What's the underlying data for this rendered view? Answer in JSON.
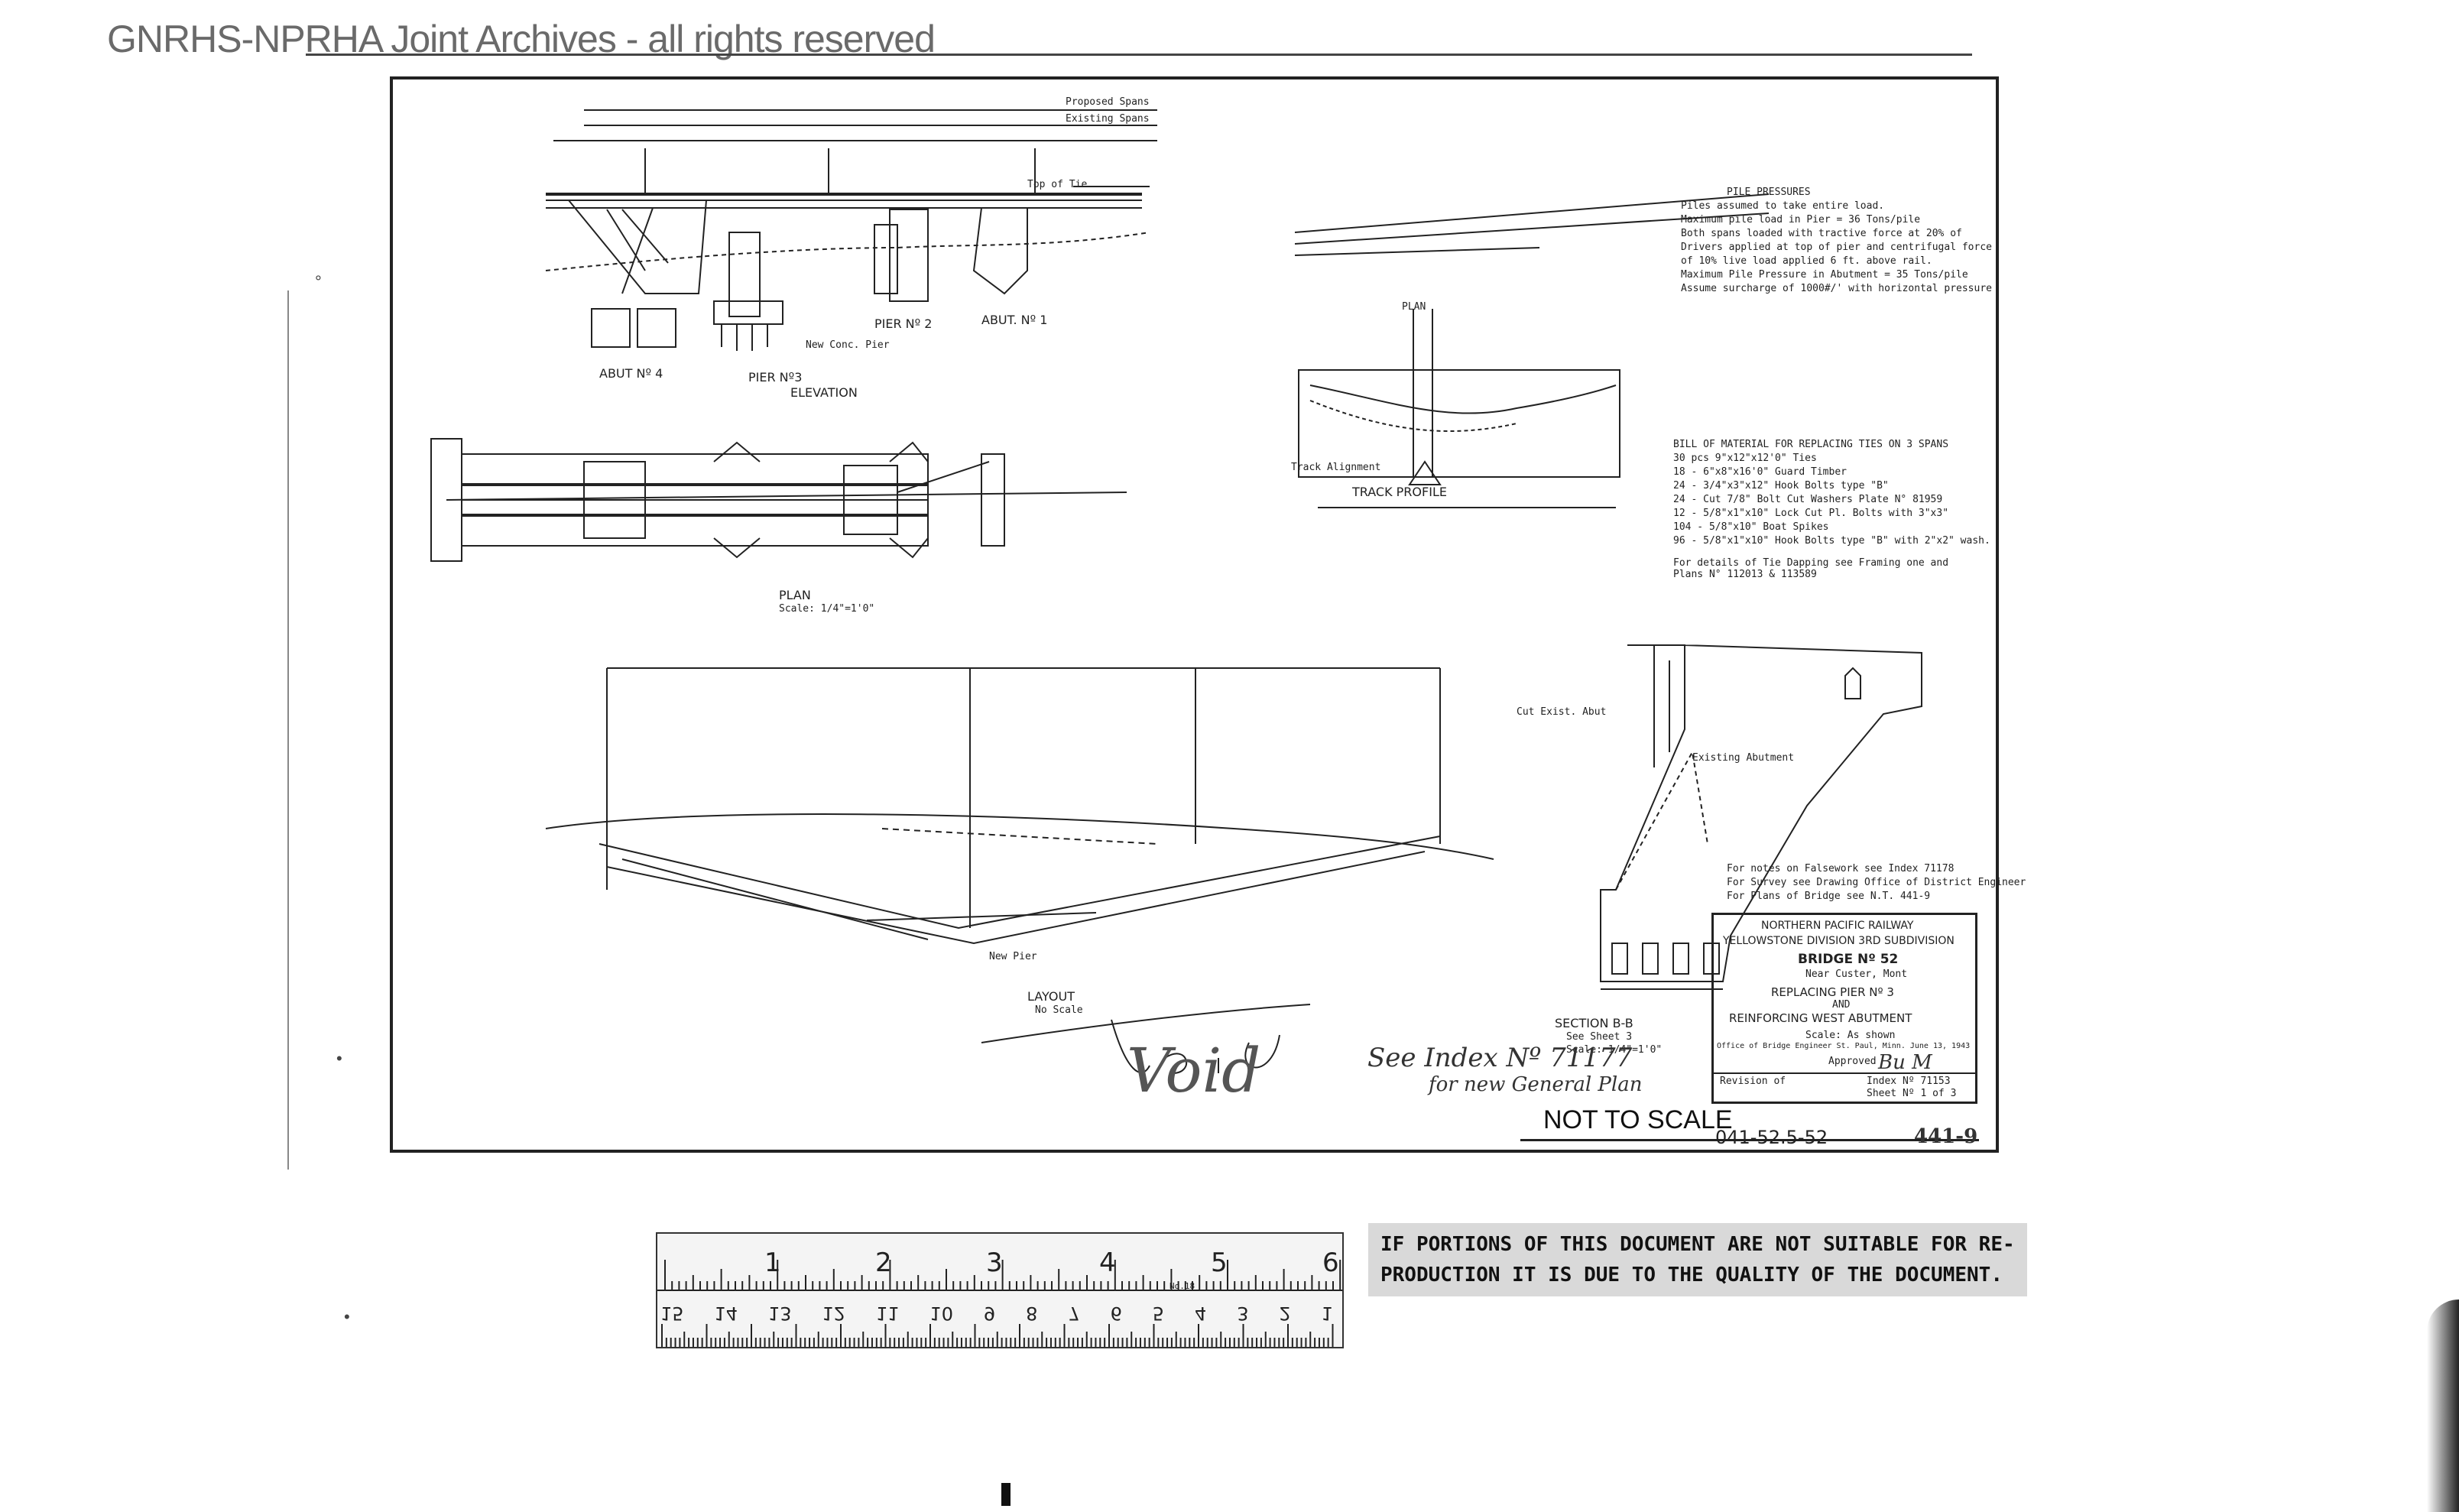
{
  "watermark": "GNRHS-NPRHA Joint Archives - all rights reserved",
  "elevation": {
    "title": "ELEVATION",
    "spans_proposed": "Proposed Spans",
    "spans_existing": "Existing Spans",
    "abut1": "ABUT. Nº 1",
    "abut4": "ABUT Nº 4",
    "pier2": "PIER Nº 2",
    "pier3": "PIER Nº3",
    "new_pier": "New Conc. Pier",
    "top_of_tie": "Top of Tie"
  },
  "plan": {
    "title": "PLAN",
    "scale": "Scale: 1/4\"=1'0\""
  },
  "track_profile": {
    "title": "TRACK PROFILE",
    "plan_label": "PLAN",
    "alignment": "Track Alignment"
  },
  "pile_notes": {
    "title": "PILE PRESSURES",
    "lines": [
      "Piles assumed to take entire load.",
      "Maximum pile load in Pier = 36 Tons/pile",
      "Both spans loaded with tractive force at 20% of",
      "Drivers applied at top of pier and centrifugal force",
      "of 10% live load applied 6 ft. above rail.",
      "Maximum Pile Pressure in Abutment = 35 Tons/pile",
      "Assume surcharge of 1000#/' with horizontal pressure"
    ]
  },
  "bill_of_material": {
    "title": "BILL OF MATERIAL FOR REPLACING TIES ON 3 SPANS",
    "lines": [
      "30  pcs  9\"x12\"x12'0\"   Ties",
      "18   -   6\"x8\"x16'0\"   Guard Timber",
      "24   -   3/4\"x3\"x12\"    Hook Bolts type \"B\"",
      "24   -   Cut 7/8\" Bolt  Cut Washers Plate N° 81959",
      "12   -   5/8\"x1\"x10\"   Lock Cut Pl. Bolts with 3\"x3\"",
      "104  -   5/8\"x10\"      Boat Spikes",
      "96   -   5/8\"x1\"x10\"   Hook Bolts type \"B\" with 2\"x2\" wash."
    ],
    "footer": "For details of Tie Dapping see Framing one and Plans N° 112013 & 113589"
  },
  "layout": {
    "title": "LAYOUT",
    "scale": "No Scale",
    "new_pier": "New Pier"
  },
  "section": {
    "title": "SECTION B-B",
    "sheet": "See Sheet 3",
    "scale": "Scale: 1/4\"=1'0\"",
    "cut_exist": "Cut Exist. Abut",
    "existing_abutment": "Existing Abutment"
  },
  "notes_right": [
    "For notes on Falsework see Index 71178",
    "For Survey see Drawing Office of District Engineer",
    "For Plans of Bridge see N.T. 441-9"
  ],
  "title_block": {
    "railway": "NORTHERN PACIFIC RAILWAY",
    "division": "YELLOWSTONE DIVISION  3RD SUBDIVISION",
    "bridge": "BRIDGE Nº 52",
    "near": "Near Custer, Mont",
    "replacing": "REPLACING  PIER Nº 3",
    "and": "AND",
    "reinforcing": "REINFORCING  WEST ABUTMENT",
    "scale": "Scale: As shown",
    "office": "Office of Bridge Engineer   St. Paul, Minn.   June 13, 1943",
    "approved": "Approved",
    "revision": "Revision of",
    "index": "Index Nº 71153",
    "sheet": "Sheet Nº 1 of 3"
  },
  "handwriting": {
    "void": "Void",
    "see_index": "See Index Nº 71177",
    "new_plan": "for new General Plan"
  },
  "stamps": {
    "not_to_scale": "NOT TO SCALE",
    "drawing_no": "041-52.5-52",
    "ref": "441-9"
  },
  "ruler": {
    "top_numbers": [
      "1",
      "2",
      "3",
      "4",
      "5",
      "6"
    ],
    "bottom_numbers": [
      "15",
      "14",
      "13",
      "12",
      "11",
      "10",
      "9",
      "8",
      "7",
      "6",
      "5",
      "4",
      "3",
      "2",
      "1"
    ],
    "mark": "No.18"
  },
  "notice": {
    "line1": "IF PORTIONS OF THIS DOCUMENT ARE NOT SUITABLE FOR RE-",
    "line2": "PRODUCTION IT IS DUE TO THE QUALITY OF THE DOCUMENT."
  }
}
